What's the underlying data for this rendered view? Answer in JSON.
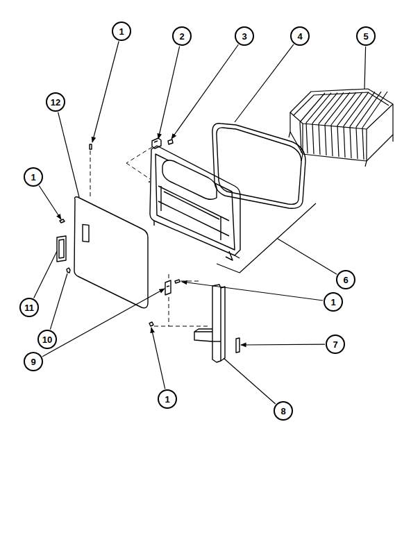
{
  "diagram": {
    "labels": [
      "1",
      "2",
      "3",
      "4",
      "5",
      "12",
      "1",
      "6",
      "1",
      "11",
      "10",
      "7",
      "9",
      "1",
      "8"
    ]
  }
}
